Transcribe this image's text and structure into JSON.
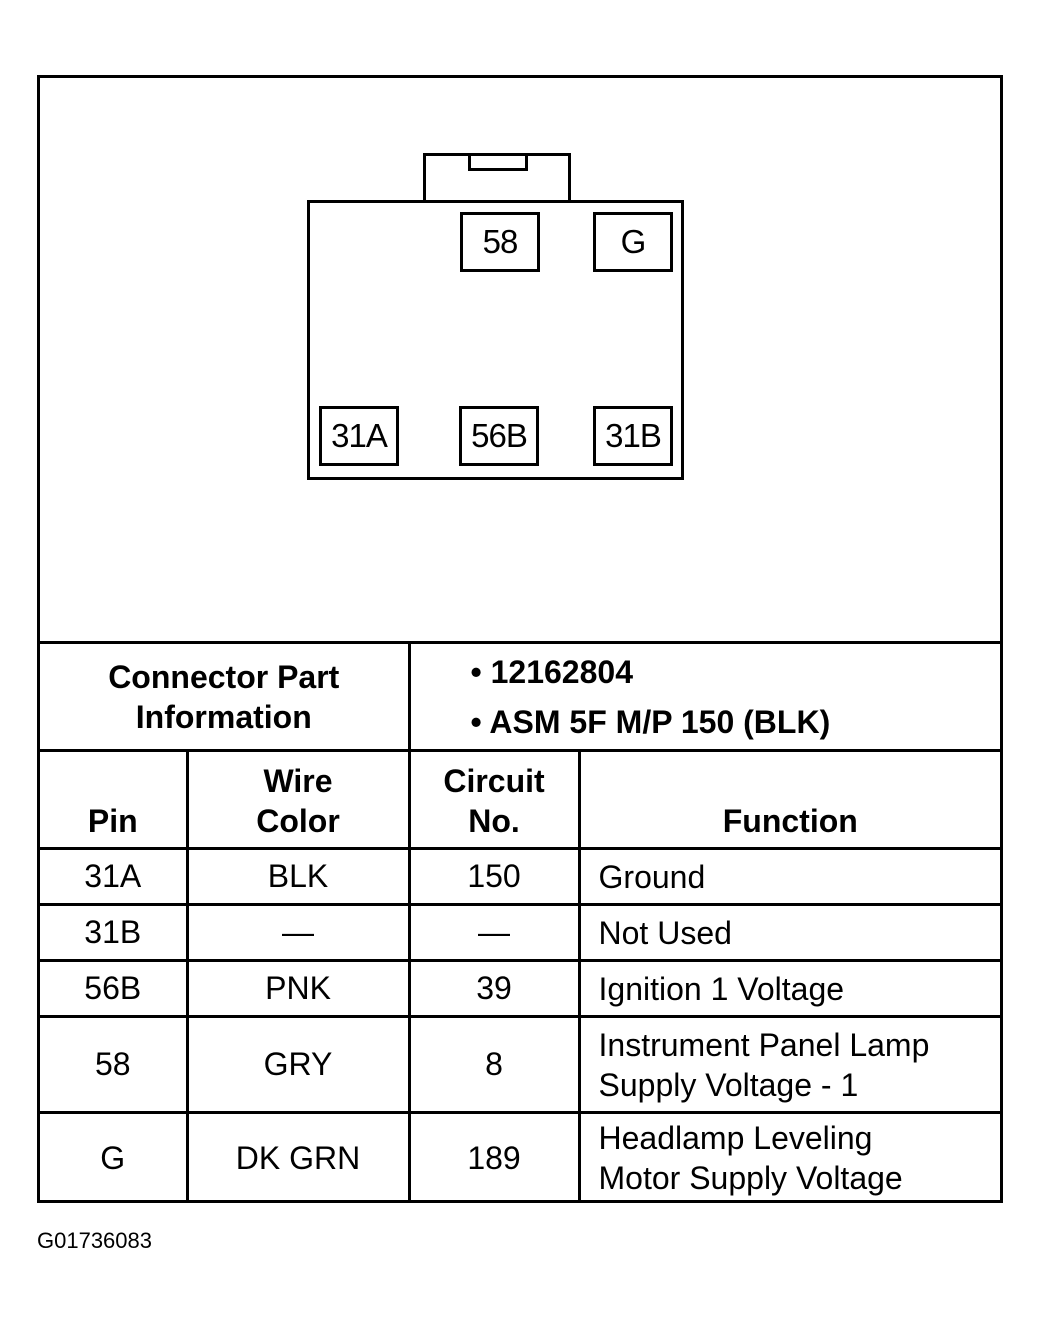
{
  "connector": {
    "top_row": [
      "58",
      "G"
    ],
    "bottom_row": [
      "31A",
      "56B",
      "31B"
    ]
  },
  "part_info": {
    "label": "Connector Part Information",
    "items": [
      "• 12162804",
      "• ASM 5F M/P 150 (BLK)"
    ]
  },
  "columns": {
    "pin": "Pin",
    "wire_color": [
      "Wire",
      "Color"
    ],
    "circuit": [
      "Circuit",
      "No."
    ],
    "function": "Function"
  },
  "rows": [
    {
      "pin": "31A",
      "color": "BLK",
      "circuit": "150",
      "function": [
        "Ground"
      ]
    },
    {
      "pin": "31B",
      "color": "—",
      "circuit": "—",
      "function": [
        "Not Used"
      ]
    },
    {
      "pin": "56B",
      "color": "PNK",
      "circuit": "39",
      "function": [
        "Ignition 1 Voltage"
      ]
    },
    {
      "pin": "58",
      "color": "GRY",
      "circuit": "8",
      "function": [
        "Instrument Panel Lamp",
        "Supply Voltage - 1"
      ]
    },
    {
      "pin": "G",
      "color": "DK GRN",
      "circuit": "189",
      "function": [
        "Headlamp Leveling",
        "Motor Supply Voltage"
      ]
    }
  ],
  "figure_id": "G01736083"
}
